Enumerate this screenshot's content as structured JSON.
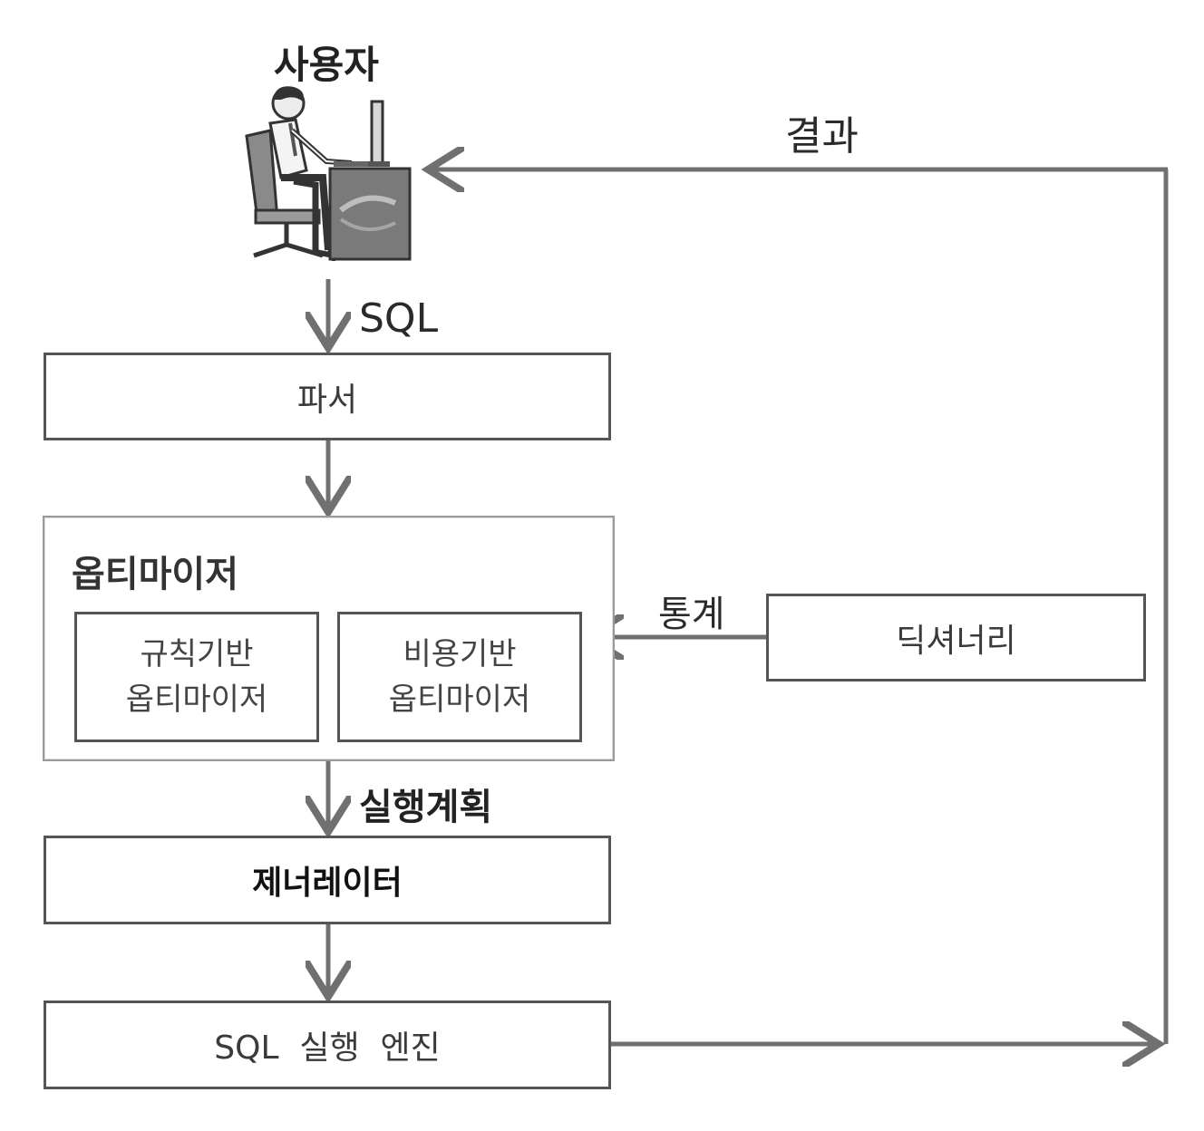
{
  "user": {
    "label": "사용자"
  },
  "edges": {
    "sql": "SQL",
    "result": "결과",
    "stats": "통계",
    "exec_plan": "실행계획"
  },
  "parser": {
    "label": "파서"
  },
  "optimizer": {
    "title": "옵티마이저",
    "rule_based": {
      "line1": "규칙기반",
      "line2": "옵티마이저"
    },
    "cost_based": {
      "line1": "비용기반",
      "line2": "옵티마이저"
    }
  },
  "dictionary": {
    "label": "딕셔너리"
  },
  "generator": {
    "label": "제너레이터"
  },
  "engine": {
    "label": "SQL  실행  엔진"
  },
  "icons": {
    "user": "person-at-computer-icon"
  },
  "colors": {
    "stroke": "#555555",
    "arrow": "#707070",
    "group_border": "#9a9a9a"
  }
}
